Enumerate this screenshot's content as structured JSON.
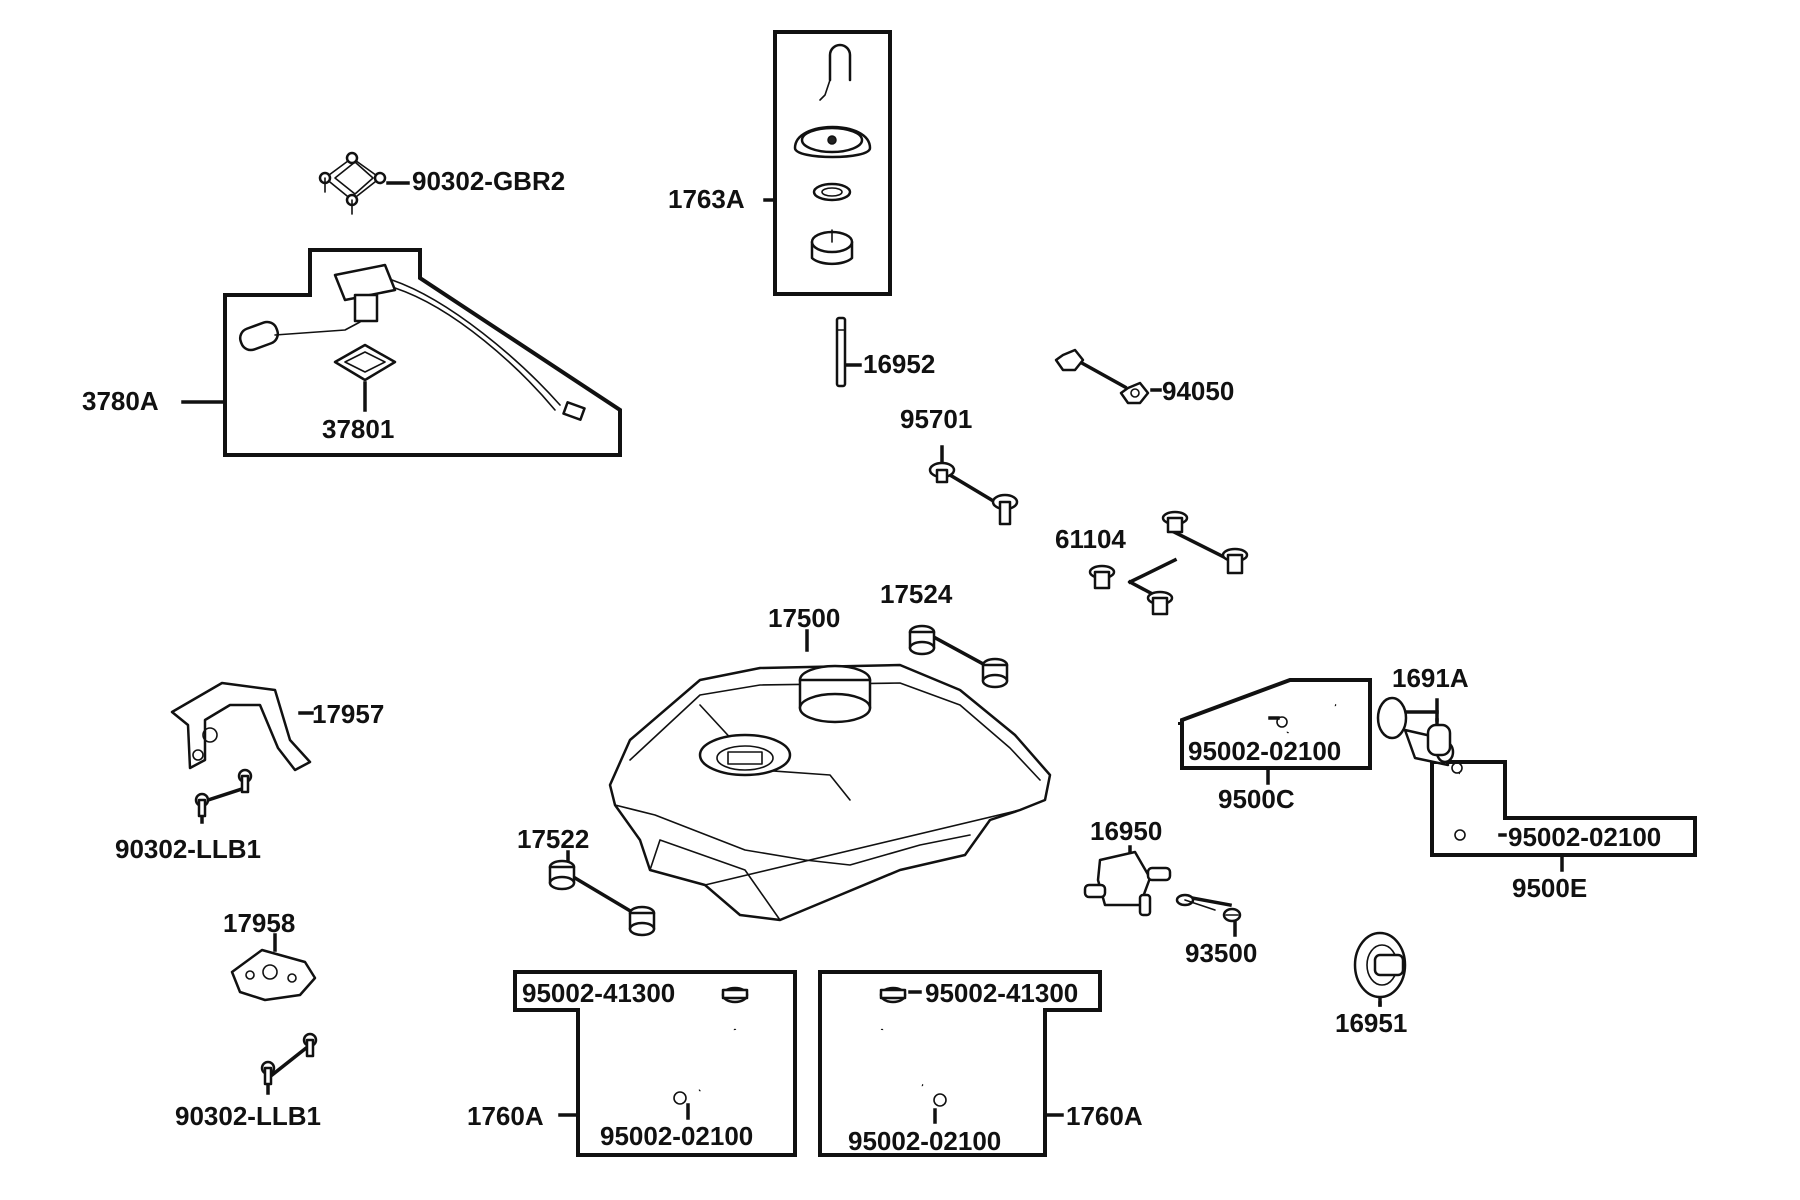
{
  "labels": {
    "p90302_gbr2": "90302-GBR2",
    "p3780a": "3780A",
    "p37801": "37801",
    "p1763a": "1763A",
    "p16952": "16952",
    "p94050": "94050",
    "p95701": "95701",
    "p61104": "61104",
    "p17500": "17500",
    "p17524": "17524",
    "p17957": "17957",
    "p90302_llb1_a": "90302-LLB1",
    "p17522": "17522",
    "p17958": "17958",
    "p90302_llb1_b": "90302-LLB1",
    "p1691a": "1691A",
    "p95002_02100_c": "95002-02100",
    "p9500c": "9500C",
    "p95002_02100_e": "95002-02100",
    "p9500e": "9500E",
    "p16950": "16950",
    "p93500": "93500",
    "p16951": "16951",
    "p95002_41300_l": "95002-41300",
    "p95002_02100_l": "95002-02100",
    "p1760a_l": "1760A",
    "p95002_41300_r": "95002-41300",
    "p95002_02100_r": "95002-02100",
    "p1760a_r": "1760A"
  }
}
